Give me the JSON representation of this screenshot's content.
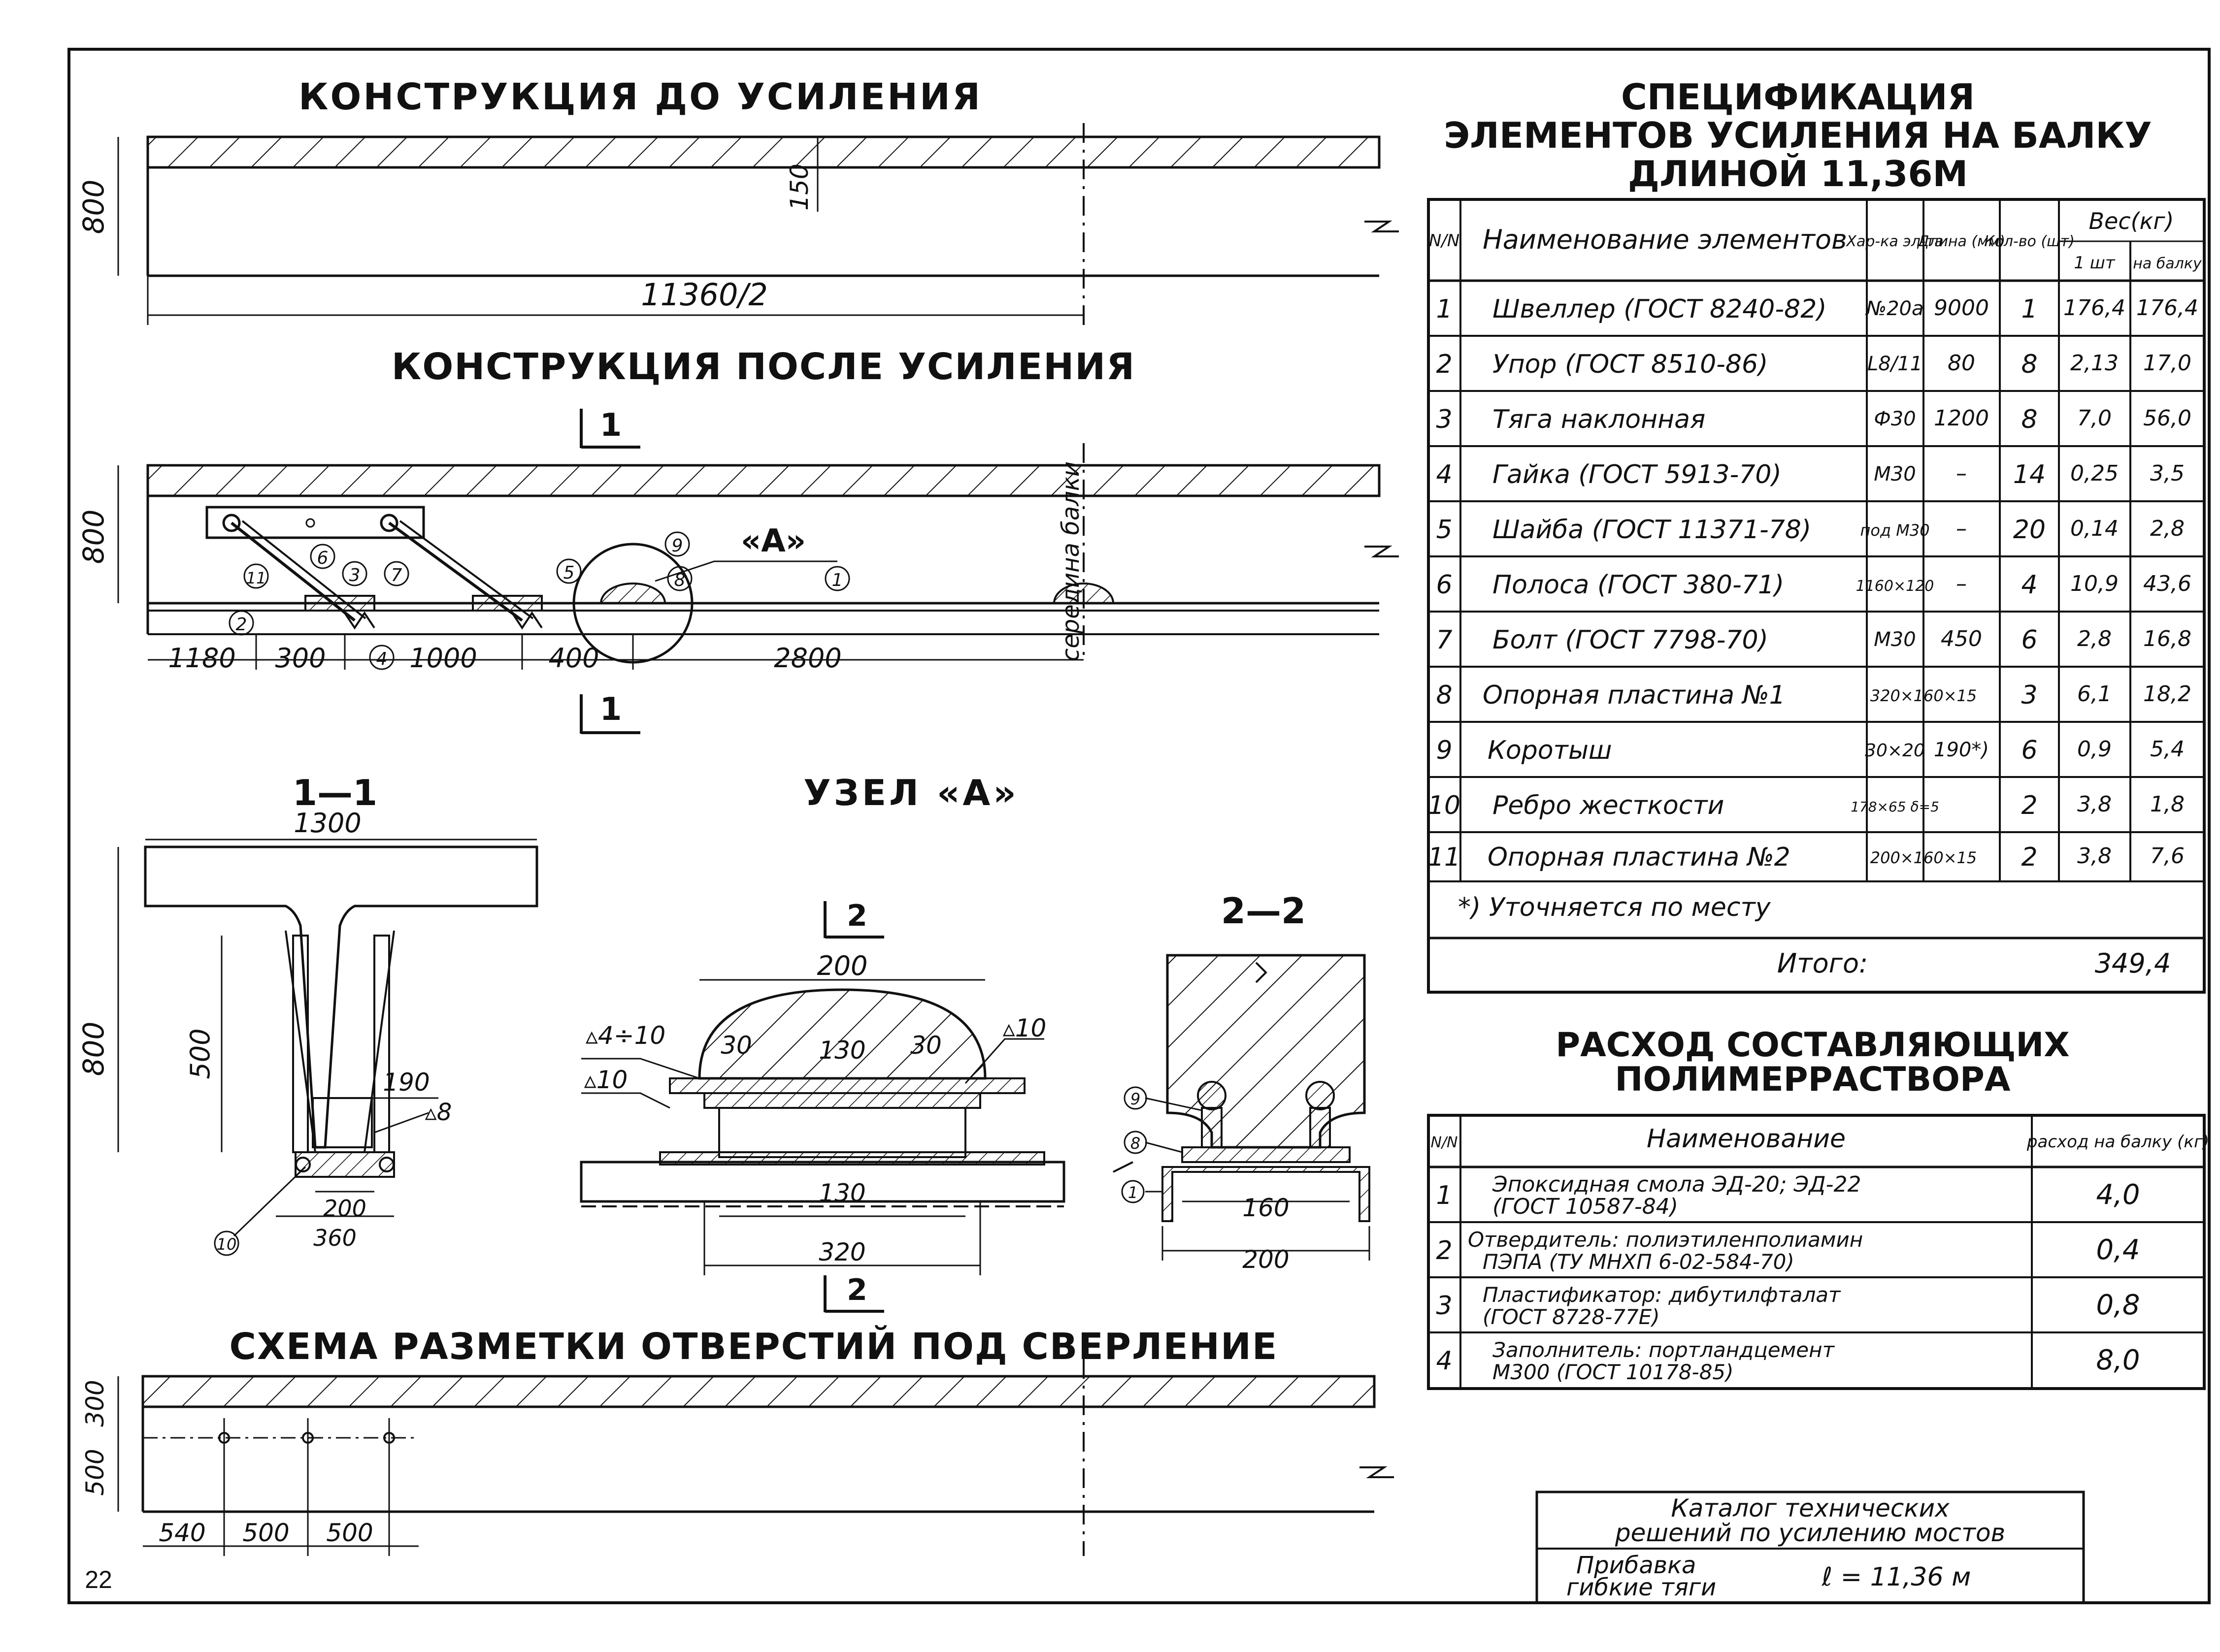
{
  "titles": {
    "before": "КОНСТРУКЦИЯ ДО УСИЛЕНИЯ",
    "after": "КОНСТРУКЦИЯ ПОСЛЕ УСИЛЕНИЯ",
    "section11": "1—1",
    "node_a": "УЗЕЛ «А»",
    "section22": "2—2",
    "drill": "СХЕМА РАЗМЕТКИ ОТВЕРСТИЙ ПОД СВЕРЛЕНИЕ",
    "spec_line1": "СПЕЦИФИКАЦИЯ",
    "spec_line2": "ЭЛЕМЕНТОВ УСИЛЕНИЯ НА БАЛКУ",
    "spec_line3": "ДЛИНОЙ 11,36М",
    "poly_line1": "РАСХОД СОСТАВЛЯЮЩИХ",
    "poly_line2": "ПОЛИМЕРРАСТВОРА"
  },
  "dims": {
    "before_height": "800",
    "before_flange": "150",
    "before_halflength": "11360/2",
    "after_height": "800",
    "after_segments": [
      "1180",
      "300",
      "1000",
      "400",
      "2800"
    ],
    "midspan_label": "середина балки",
    "section_mark": "1",
    "node_label": "«А»",
    "sec11_width": "1300",
    "sec11_height": "800",
    "sec11_500": "500",
    "sec11_190": "190",
    "sec11_weld": "▵8",
    "sec11_200": "200",
    "sec11_360": "360",
    "nodeA_200": "200",
    "nodeA_weld1": "▵4÷10",
    "nodeA_weld2": "▵10",
    "nodeA_weld3": "▵10",
    "nodeA_30a": "30",
    "nodeA_130": "130",
    "nodeA_30b": "30",
    "nodeA_130b": "130",
    "nodeA_320": "320",
    "section_mark2": "2",
    "sec22_160": "160",
    "sec22_200": "200",
    "drill_300": "300",
    "drill_500": "500",
    "drill_segments": [
      "540",
      "500",
      "500"
    ]
  },
  "callouts": [
    "1",
    "2",
    "3",
    "4",
    "5",
    "6",
    "7",
    "8",
    "9",
    "10",
    "11"
  ],
  "spec_table": {
    "headers": {
      "num": "N/N",
      "name": "Наименование элементов",
      "char": "Хар-ка эл-та",
      "length": "Длина (мм)",
      "qty": "Кол-во (шт)",
      "weight": "Вес(кг)",
      "w_one": "1 шт",
      "w_beam": "на балку"
    },
    "rows": [
      {
        "n": "1",
        "name": "Швеллер (ГОСТ 8240-82)",
        "char": "№20а",
        "len": "9000",
        "qty": "1",
        "w1": "176,4",
        "wb": "176,4"
      },
      {
        "n": "2",
        "name": "Упор (ГОСТ 8510-86)",
        "char": "L8/11",
        "len": "80",
        "qty": "8",
        "w1": "2,13",
        "wb": "17,0"
      },
      {
        "n": "3",
        "name": "Тяга наклонная",
        "char": "Ф30",
        "len": "1200",
        "qty": "8",
        "w1": "7,0",
        "wb": "56,0"
      },
      {
        "n": "4",
        "name": "Гайка (ГОСТ 5913-70)",
        "char": "М30",
        "len": "–",
        "qty": "14",
        "w1": "0,25",
        "wb": "3,5"
      },
      {
        "n": "5",
        "name": "Шайба (ГОСТ 11371-78)",
        "char": "под М30",
        "len": "–",
        "qty": "20",
        "w1": "0,14",
        "wb": "2,8"
      },
      {
        "n": "6",
        "name": "Полоса (ГОСТ 380-71)",
        "char": "1160×120",
        "len": "–",
        "qty": "4",
        "w1": "10,9",
        "wb": "43,6"
      },
      {
        "n": "7",
        "name": "Болт (ГОСТ 7798-70)",
        "char": "М30",
        "len": "450",
        "qty": "6",
        "w1": "2,8",
        "wb": "16,8"
      },
      {
        "n": "8",
        "name": "Опорная пластина №1",
        "char": "320×160×15",
        "len": "",
        "qty": "3",
        "w1": "6,1",
        "wb": "18,2"
      },
      {
        "n": "9",
        "name": "Коротыш",
        "char": "30×20",
        "len": "190*)",
        "qty": "6",
        "w1": "0,9",
        "wb": "5,4"
      },
      {
        "n": "10",
        "name": "Ребро жесткости",
        "char": "178×65 δ=5",
        "len": "",
        "qty": "2",
        "w1": "3,8",
        "wb": "1,8"
      },
      {
        "n": "11",
        "name": "Опорная пластина №2",
        "char": "200×160×15",
        "len": "",
        "qty": "2",
        "w1": "3,8",
        "wb": "7,6"
      }
    ],
    "footnote": "*) Уточняется по месту",
    "total_label": "Итого:",
    "total_value": "349,4"
  },
  "poly_table": {
    "headers": {
      "num": "N/N",
      "name": "Наименование",
      "rate": "расход на балку (кг)"
    },
    "rows": [
      {
        "n": "1",
        "line1": "Эпоксидная смола ЭД-20; ЭД-22",
        "line2": "(ГОСТ 10587-84)",
        "val": "4,0"
      },
      {
        "n": "2",
        "line1": "Отвердитель: полиэтиленполиамин",
        "line2": "ПЭПА (ТУ МНХП 6-02-584-70)",
        "val": "0,4"
      },
      {
        "n": "3",
        "line1": "Пластификатор: дибутилфталат",
        "line2": "(ГОСТ 8728-77Е)",
        "val": "0,8"
      },
      {
        "n": "4",
        "line1": "Заполнитель: портландцемент",
        "line2": "М300 (ГОСТ 10178-85)",
        "val": "8,0"
      }
    ]
  },
  "title_block": {
    "line1": "Каталог технических",
    "line2": "решений по усилению мостов",
    "line3": "Прибавка",
    "line4": "гибкие тяги",
    "length": "ℓ = 11,36 м"
  },
  "page_number": "22"
}
